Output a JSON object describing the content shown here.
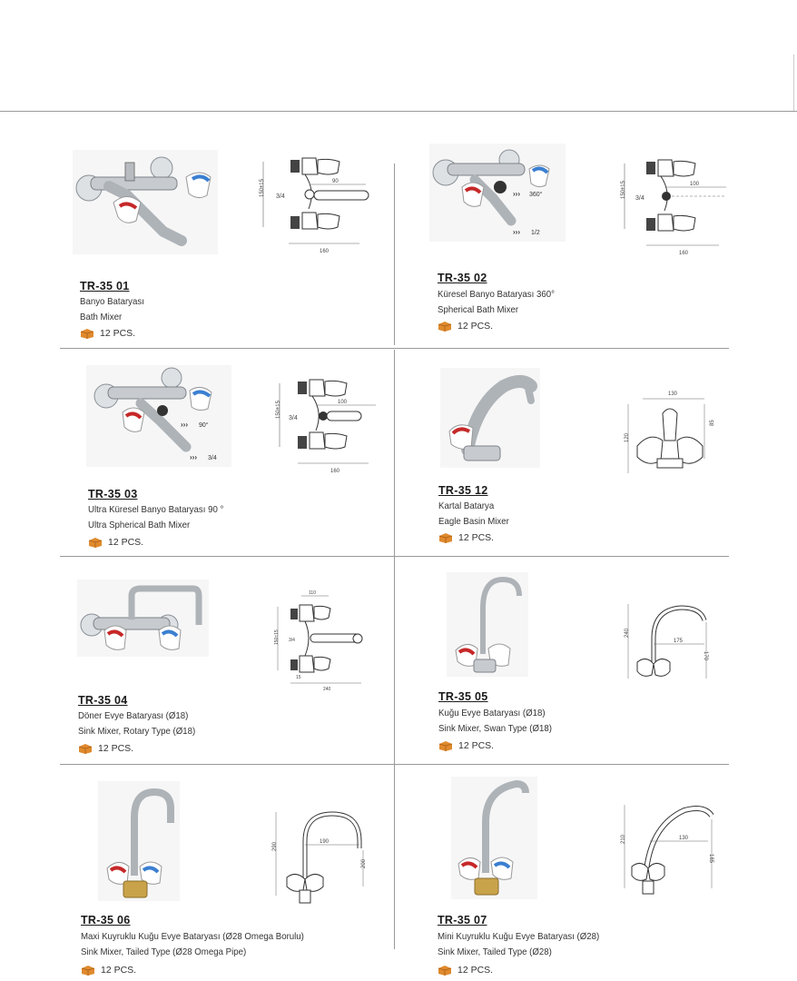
{
  "products": [
    {
      "code": "TR-35 01",
      "tr": "Banyo Bataryası",
      "en": "Bath Mixer",
      "pcs": "12 PCS.",
      "dims": {
        "a": "150±15",
        "b": "3/4",
        "c": "90",
        "d": "160"
      }
    },
    {
      "code": "TR-35 02",
      "tr": "Küresel Banyo Bataryası 360°",
      "en": "Spherical Bath Mixer",
      "pcs": "12 PCS.",
      "photo_labels": [
        "360°",
        "1/2"
      ],
      "dims": {
        "a": "150±15",
        "b": "3/4",
        "c": "100",
        "d": "160"
      }
    },
    {
      "code": "TR-35 03",
      "tr": "Ultra Küresel Banyo Bataryası 90 °",
      "en": "Ultra Spherical Bath Mixer",
      "pcs": "12 PCS.",
      "photo_labels": [
        "90°",
        "3/4"
      ],
      "dims": {
        "a": "150±15",
        "b": "3/4",
        "c": "100",
        "d": "160"
      }
    },
    {
      "code": "TR-35 12",
      "tr": "Kartal Batarya",
      "en": "Eagle Basin Mixer",
      "pcs": "12 PCS.",
      "dims": {
        "a": "130",
        "b": "120",
        "c": "85"
      }
    },
    {
      "code": "TR-35 04",
      "tr": "Döner Evye Bataryası (Ø18)",
      "en": "Sink Mixer, Rotary Type (Ø18)",
      "pcs": "12 PCS.",
      "dims": {
        "a": "110",
        "b": "150±15",
        "c": "3/4",
        "d": "15",
        "e": "240"
      }
    },
    {
      "code": "TR-35 05",
      "tr": "Kuğu Evye Bataryası (Ø18)",
      "en": "Sink Mixer, Swan Type (Ø18)",
      "pcs": "12 PCS.",
      "dims": {
        "a": "240",
        "b": "175",
        "c": "170"
      }
    },
    {
      "code": "TR-35 06",
      "tr": "Maxi Kuyruklu Kuğu Evye Bataryası (Ø28 Omega Borulu)",
      "en": "Sink Mixer, Tailed Type (Ø28 Omega Pipe)",
      "pcs": "12 PCS.",
      "dims": {
        "a": "290",
        "b": "190",
        "c": "200"
      }
    },
    {
      "code": "TR-35 07",
      "tr": "Mini Kuyruklu Kuğu Evye Bataryası (Ø28)",
      "en": "Sink Mixer, Tailed Type (Ø28)",
      "pcs": "12 PCS.",
      "dims": {
        "a": "210",
        "b": "130",
        "c": "185"
      }
    }
  ],
  "colors": {
    "hot": "#c62828",
    "cold": "#3b7fd1",
    "box": "#e08a2e",
    "chrome": "#9aa0a6"
  }
}
